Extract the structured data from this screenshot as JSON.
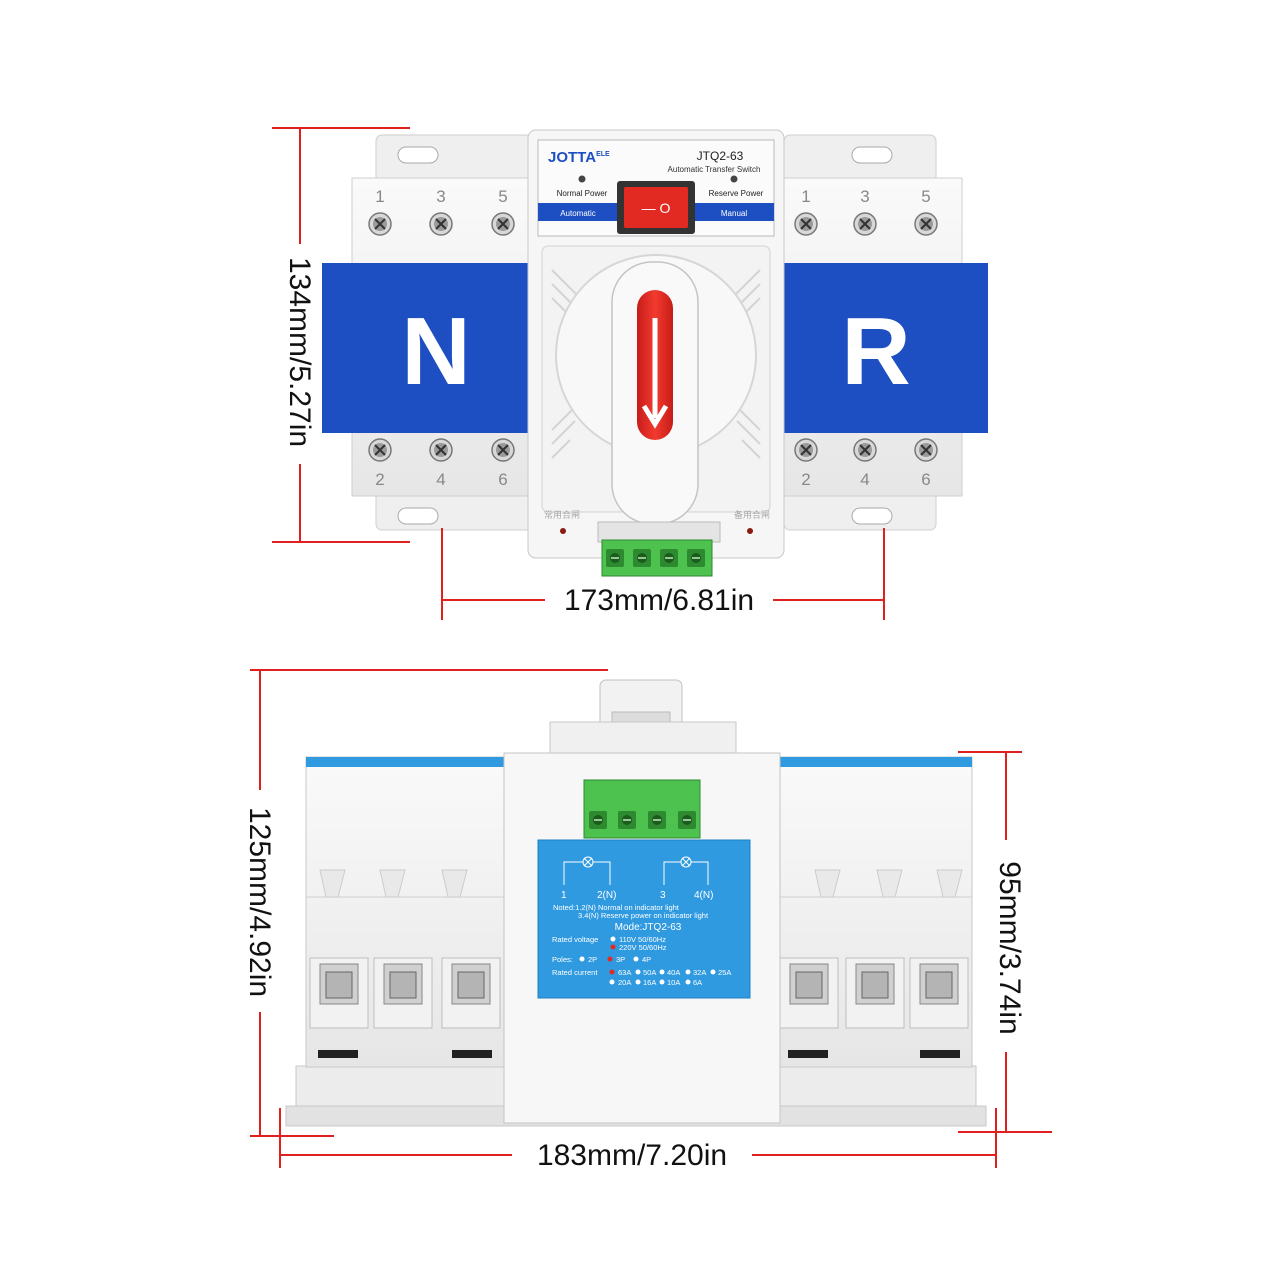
{
  "dimensions": {
    "top_height": "134mm/5.27in",
    "top_width": "173mm/6.81in",
    "bottom_height": "125mm/4.92in",
    "bottom_depth": "95mm/3.74in",
    "bottom_width": "183mm/7.20in"
  },
  "front_view": {
    "brand": "JOTTA",
    "brand_suffix": "ELE",
    "model": "JTQ2-63",
    "subtitle": "Automatic  Transfer  Switch",
    "normal_power": "Normal Power",
    "reserve_power": "Reserve Power",
    "mode_auto": "Automatic",
    "mode_manual": "Manual",
    "left_letter": "N",
    "right_letter": "R",
    "top_terminals": [
      "1",
      "3",
      "5"
    ],
    "bottom_terminals": [
      "2",
      "4",
      "6"
    ],
    "rocker_symbols": "— O",
    "left_chinese": "常用合闸",
    "right_chinese": "备用合闸"
  },
  "side_view": {
    "terminal_1": "1",
    "terminal_2": "2(N)",
    "terminal_3": "3",
    "terminal_4": "4(N)",
    "note_1": "Noted:1.2(N) Normal on indicator light",
    "note_2": "3.4(N) Reserve power on indicator light",
    "mode": "Mode:JTQ2-63",
    "rated_voltage_label": "Rated voltage",
    "voltage_1": "110V   50/60Hz",
    "voltage_2": "220V   50/60Hz",
    "poles_label": "Poles:",
    "poles": [
      "2P",
      "3P",
      "4P"
    ],
    "rated_current_label": "Rated current",
    "current_row_1": [
      "63A",
      "50A",
      "40A",
      "32A",
      "25A"
    ],
    "current_row_2": [
      "20A",
      "16A",
      "10A",
      "6A"
    ]
  },
  "colors": {
    "dimension_line": "#e0201e",
    "label_blue": "#1e4fc2",
    "switch_red": "#e32a22",
    "terminal_green": "#4ec24f",
    "side_label": "#2f9ae0"
  }
}
